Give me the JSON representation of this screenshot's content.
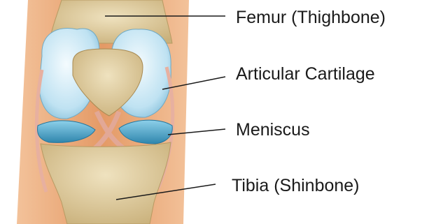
{
  "labels": {
    "femur": "Femur (Thighbone)",
    "cartilage": "Articular Cartilage",
    "meniscus": "Meniscus",
    "tibia": "Tibia (Shinbone)"
  },
  "colors": {
    "skin": "#e8a978",
    "bone": "#d9c79a",
    "cartilage": "#bfe0f0",
    "meniscus": "#4aa6c9",
    "ligament": "#e7b0a0",
    "leader_line": "#1a1a1a"
  }
}
